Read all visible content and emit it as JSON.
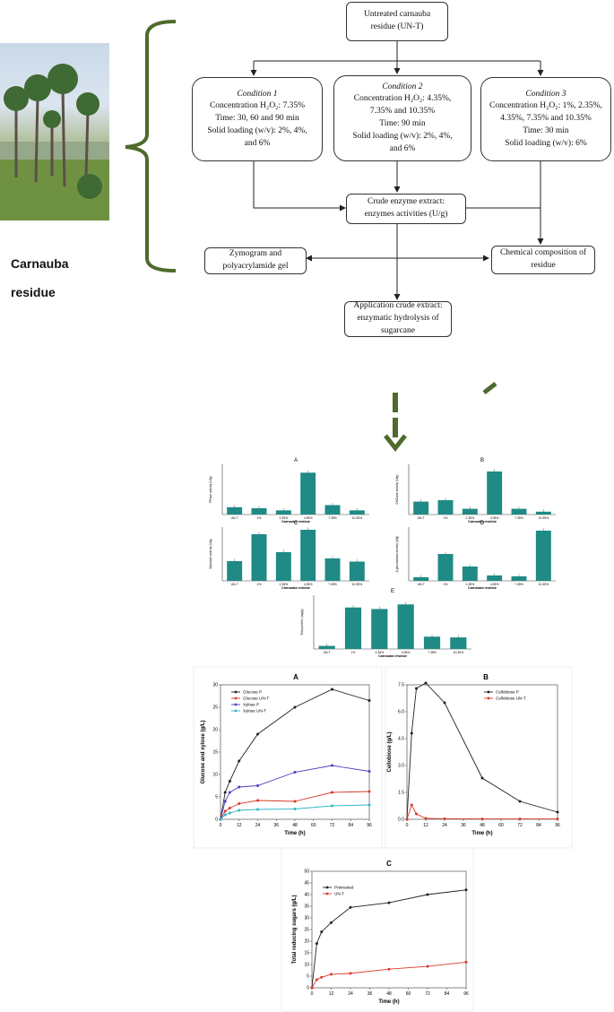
{
  "photo": {
    "label_line1": "Carnauba",
    "label_line2": "residue"
  },
  "flow": {
    "top": [
      "Untreated carnauba",
      "residue (UN-T)"
    ],
    "c1": {
      "title": "Condition 1",
      "l1": "Concentration H₂O₂: 7.35%",
      "l2": "Time: 30, 60 and  90 min",
      "l3": "Solid loading (w/v): 2%, 4%,",
      "l4": "and 6%"
    },
    "c2": {
      "title": "Condition 2",
      "l1": "Concentration H₂O₂: 4.35%,",
      "l2": "7.35% and 10.35%",
      "l3": "Time: 90 min",
      "l4": "Solid loading (w/v): 2%, 4%,",
      "l5": "and 6%"
    },
    "c3": {
      "title": "Condition 3",
      "l1": "Concentration H₂O₂:  1%, 2.35%,",
      "l2": "4.35%, 7.35% and  10.35%",
      "l3": "Time: 30 min",
      "l4": "Solid loading (w/v):  6%"
    },
    "crude": [
      "Crude enzyme  extract:",
      "enzymes activities (U/g)"
    ],
    "zymo": [
      "Zymogram and",
      "polyacrylamide gel"
    ],
    "chem": [
      "Chemical composition of",
      "residue"
    ],
    "app": [
      "Application crude extract:",
      "enzymatic hydrolysis of",
      "sugarcane"
    ]
  },
  "chart_data": [
    {
      "type": "bar",
      "panel": "A",
      "ylabel": "FPase activity (U/g)",
      "xlabel": "Carnauba residue",
      "categories": [
        "UN-T",
        "1%",
        "2.35%",
        "4.35%",
        "7.35%",
        "10.35%"
      ],
      "values": [
        0.35,
        0.3,
        0.2,
        2.0,
        0.45,
        0.2
      ],
      "ylim": [
        0,
        2.4
      ]
    },
    {
      "type": "bar",
      "panel": "B",
      "ylabel": "CMCase activity (U/g)",
      "xlabel": "Carnauba residue",
      "categories": [
        "UN-T",
        "1%",
        "2.35%",
        "4.35%",
        "7.35%",
        "10.35%"
      ],
      "values": [
        9,
        10,
        4,
        30,
        4,
        2
      ],
      "ylim": [
        0,
        35
      ]
    },
    {
      "type": "bar",
      "panel": "C",
      "ylabel": "Xylanase activity (U/g)",
      "xlabel": "Carnauba residue",
      "categories": [
        "UN-T",
        "1%",
        "2.35%",
        "4.35%",
        "7.35%",
        "10.35%"
      ],
      "values": [
        44,
        104,
        64,
        114,
        50,
        43
      ],
      "ylim": [
        0,
        120
      ]
    },
    {
      "type": "bar",
      "panel": "D",
      "ylabel": "β-glucosidase activity (U/g)",
      "xlabel": "Carnauba residue",
      "categories": [
        "UN-T",
        "1%",
        "2.35%",
        "4.35%",
        "7.35%",
        "10.35%"
      ],
      "values": [
        0.2,
        1.5,
        0.8,
        0.3,
        0.25,
        2.8
      ],
      "ylim": [
        0,
        3.0
      ]
    },
    {
      "type": "bar",
      "panel": "E",
      "ylabel": "Total protein (mg/g)",
      "xlabel": "Carnauba residue",
      "categories": [
        "UN-T",
        "1%",
        "2.35%",
        "4.35%",
        "7.35%",
        "10.35%"
      ],
      "values": [
        0.02,
        0.27,
        0.26,
        0.29,
        0.08,
        0.075
      ],
      "ylim": [
        0,
        0.35
      ]
    },
    {
      "type": "line",
      "panel": "A",
      "xlabel": "Time (h)",
      "ylabel": "Glucose and xylose (g/L)",
      "xlim": [
        0,
        96
      ],
      "ylim": [
        0,
        30
      ],
      "xticks": [
        0,
        12,
        24,
        36,
        48,
        60,
        72,
        84,
        96
      ],
      "yticks": [
        0,
        5,
        10,
        15,
        20,
        25,
        30
      ],
      "series": [
        {
          "name": "Glucose P",
          "color": "#222222",
          "x": [
            0,
            3,
            6,
            12,
            24,
            48,
            72,
            96
          ],
          "y": [
            0,
            6,
            8.5,
            13,
            19,
            25,
            29,
            26.5
          ]
        },
        {
          "name": "Glucose UN-T",
          "color": "#d93a2b",
          "x": [
            0,
            3,
            6,
            12,
            24,
            48,
            72,
            96
          ],
          "y": [
            0,
            1.8,
            2.5,
            3.5,
            4.2,
            4.0,
            6.0,
            6.2
          ]
        },
        {
          "name": "Xylose P",
          "color": "#4a3fbf",
          "x": [
            0,
            3,
            6,
            12,
            24,
            48,
            72,
            96
          ],
          "y": [
            0,
            4,
            6,
            7.2,
            7.5,
            10.5,
            12,
            10.7
          ]
        },
        {
          "name": "Xylose UN-T",
          "color": "#2fb7c9",
          "x": [
            0,
            3,
            6,
            12,
            24,
            48,
            72,
            96
          ],
          "y": [
            0,
            1,
            1.4,
            2.0,
            2.2,
            2.3,
            3.0,
            3.2
          ]
        }
      ]
    },
    {
      "type": "line",
      "panel": "B",
      "xlabel": "Time (h)",
      "ylabel": "Cellobiose (g/L)",
      "xlim": [
        0,
        96
      ],
      "ylim": [
        0,
        7.5
      ],
      "xticks": [
        0,
        12,
        24,
        36,
        48,
        60,
        72,
        84,
        96
      ],
      "yticks": [
        0.0,
        1.5,
        3.0,
        4.5,
        6.0,
        7.5
      ],
      "series": [
        {
          "name": "Cellobiose P",
          "color": "#222222",
          "x": [
            0,
            3,
            6,
            12,
            24,
            48,
            72,
            96
          ],
          "y": [
            0,
            4.8,
            7.3,
            7.6,
            6.5,
            2.3,
            1.0,
            0.4
          ]
        },
        {
          "name": "Cellobiose UN-T",
          "color": "#d93a2b",
          "x": [
            0,
            3,
            6,
            12,
            24,
            48,
            72,
            96
          ],
          "y": [
            0,
            0.8,
            0.3,
            0.05,
            0.03,
            0.02,
            0.02,
            0.02
          ]
        }
      ]
    },
    {
      "type": "line",
      "panel": "C",
      "xlabel": "Time (h)",
      "ylabel": "Total reducing sugars (g/L)",
      "xlim": [
        0,
        96
      ],
      "ylim": [
        0,
        50
      ],
      "xticks": [
        0,
        12,
        24,
        36,
        48,
        60,
        72,
        84,
        96
      ],
      "yticks": [
        0,
        5,
        10,
        15,
        20,
        25,
        30,
        35,
        40,
        45,
        50
      ],
      "series": [
        {
          "name": "Pretreated",
          "color": "#222222",
          "x": [
            0,
            3,
            6,
            12,
            24,
            48,
            72,
            96
          ],
          "y": [
            0,
            19,
            24,
            28,
            34.5,
            36.5,
            40,
            42
          ]
        },
        {
          "name": "UN-T",
          "color": "#d93a2b",
          "x": [
            0,
            3,
            6,
            12,
            24,
            48,
            72,
            96
          ],
          "y": [
            0,
            3.5,
            4.5,
            5.8,
            6.2,
            8,
            9.2,
            11
          ]
        }
      ]
    }
  ]
}
